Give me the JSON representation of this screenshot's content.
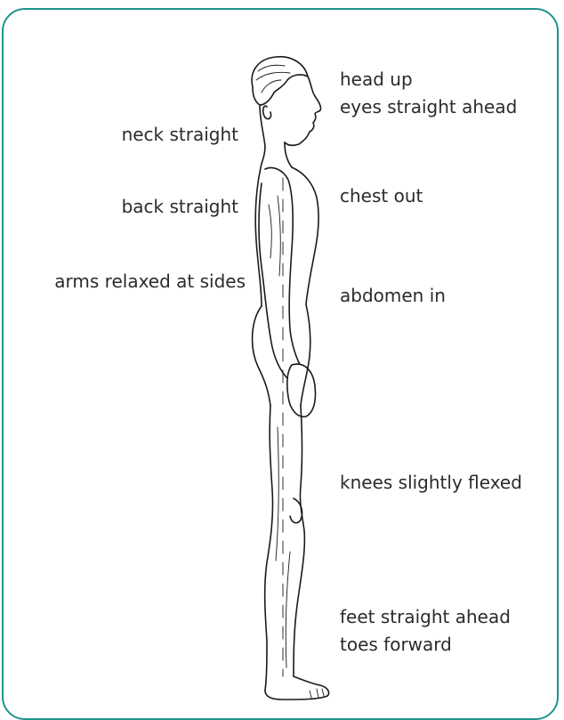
{
  "labels": {
    "head_up": "head up",
    "eyes": "eyes straight ahead",
    "neck": "neck straight",
    "chest": "chest out",
    "back": "back straight",
    "arms": "arms relaxed at sides",
    "abdomen": "abdomen in",
    "knees": "knees slightly flexed",
    "feet": "feet straight ahead",
    "toes": "toes forward"
  },
  "colors": {
    "border": "#1f948c",
    "text": "#2b2b2b",
    "line": "#1a1a1a"
  },
  "icons": {
    "figure": "standing-figure-side-view-illustration"
  }
}
